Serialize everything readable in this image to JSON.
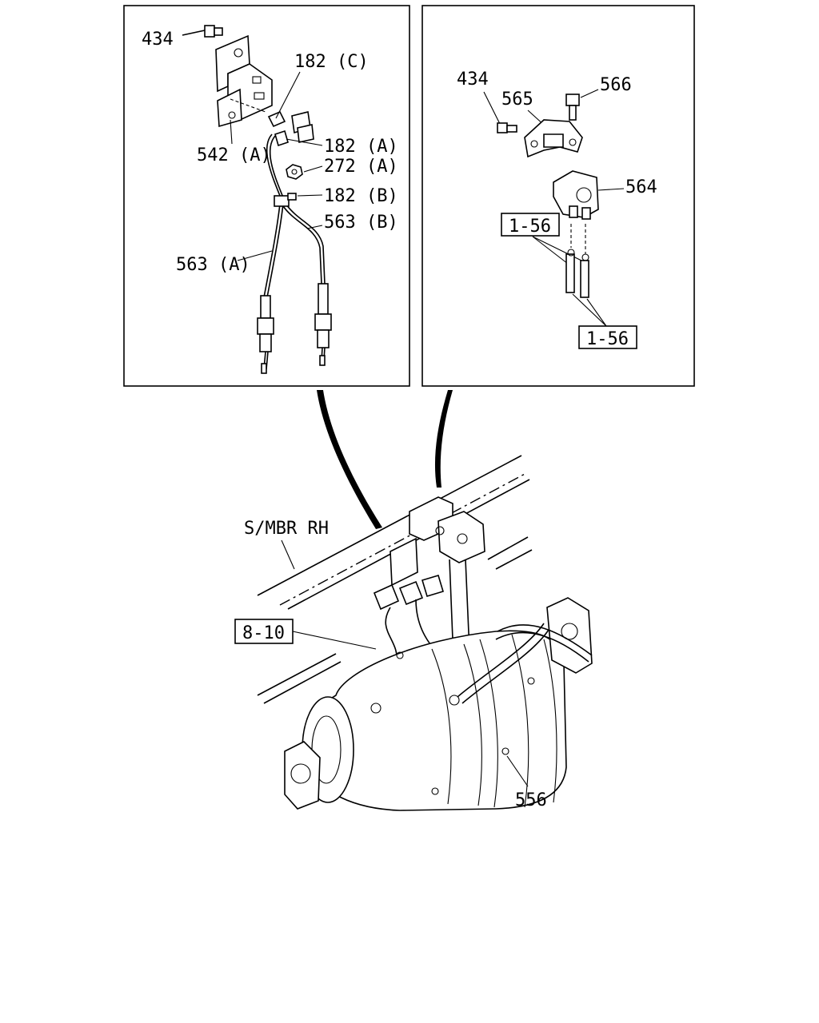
{
  "left_detail": {
    "labels": {
      "bolt": "434",
      "clip_c": "182 (C)",
      "bracket": "542 (A)",
      "clip_a": "182 (A)",
      "nut": "272 (A)",
      "clip_b": "182 (B)",
      "sensor_b": "563 (B)",
      "sensor_a": "563 (A)"
    }
  },
  "right_detail": {
    "labels": {
      "bolt": "434",
      "cover": "565",
      "bolt2": "566",
      "sensor": "564",
      "ref_top": "1-56",
      "ref_bottom": "1-56"
    }
  },
  "main_view": {
    "labels": {
      "frame": "S/MBR RH",
      "ref": "8-10",
      "dpf": "556"
    }
  }
}
